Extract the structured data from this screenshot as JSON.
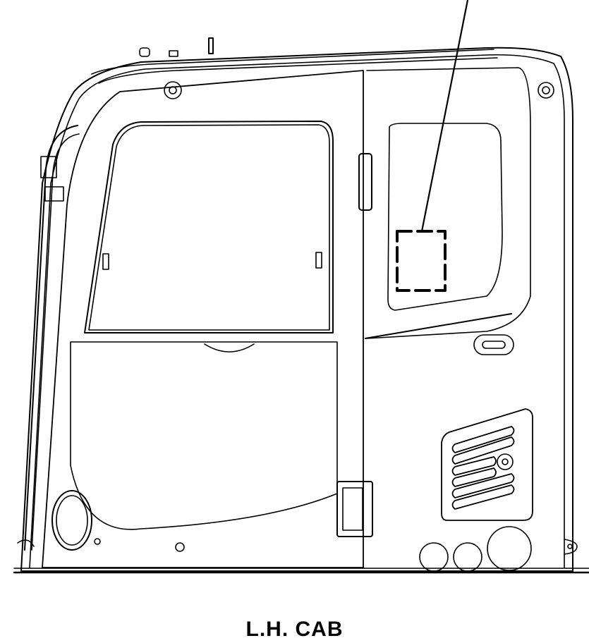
{
  "figure": {
    "caption": "L.H. CAB",
    "subject": "excavator-cab-left-side-view",
    "callout": {
      "type": "dashed-rectangle-with-leader-line",
      "label_visible": false
    }
  },
  "colors": {
    "line": "#000000",
    "background": "#ffffff"
  }
}
